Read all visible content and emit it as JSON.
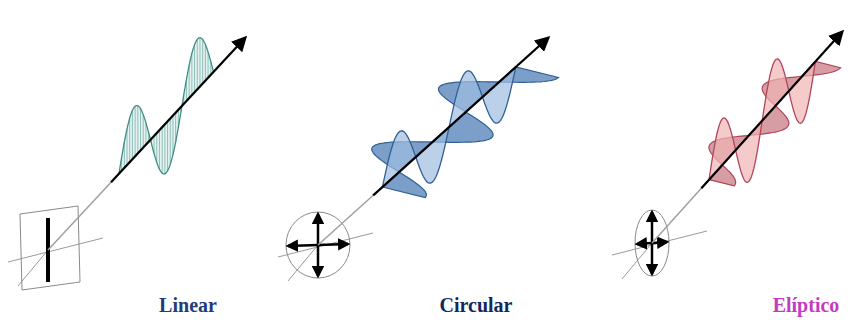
{
  "diagram": {
    "labels": [
      "Linear",
      "Circular",
      "Elíptico"
    ]
  }
}
